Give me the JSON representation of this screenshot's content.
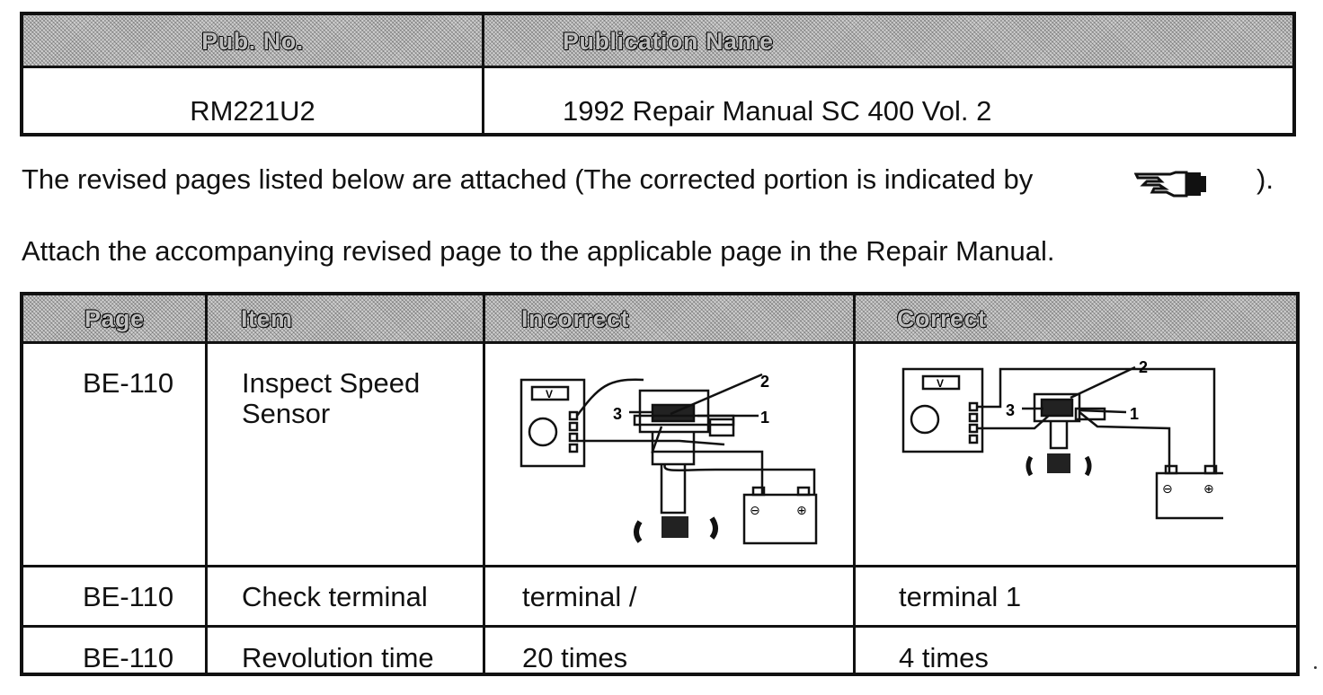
{
  "publication_table": {
    "headers": {
      "pub_no": "Pub. No.",
      "pub_name": "Publication Name"
    },
    "row": {
      "pub_no": "RM221U2",
      "pub_name": "1992 Repair Manual SC 400 Vol. 2"
    }
  },
  "notes": {
    "revised_pages": "The revised pages listed below are attached (The corrected portion is indicated by",
    "revised_pages_close": ").",
    "attach_instruction": "Attach the accompanying revised page to the applicable page in the Repair Manual."
  },
  "revision_table": {
    "headers": {
      "page": "Page",
      "item": "Item",
      "incorrect": "Incorrect",
      "correct": "Correct"
    },
    "rows": [
      {
        "page": "BE-110",
        "item_line1": "Inspect Speed",
        "item_line2": "Sensor"
      },
      {
        "page": "BE-110",
        "item": "Check terminal",
        "incorrect": "terminal /",
        "correct": "terminal 1"
      },
      {
        "page": "BE-110",
        "item": "Revolution time",
        "incorrect": "20 times",
        "correct": "4 times"
      }
    ],
    "diagram_labels": {
      "incorrect": {
        "t1": "1",
        "t2": "2",
        "t3": "3",
        "meter": "V"
      },
      "correct": {
        "t1": "1",
        "t2": "2",
        "t3": "3",
        "meter": "V"
      },
      "battery_neg": "⊖",
      "battery_pos": "⊕"
    }
  },
  "icons": {
    "hand": "pointing-hand-icon"
  }
}
